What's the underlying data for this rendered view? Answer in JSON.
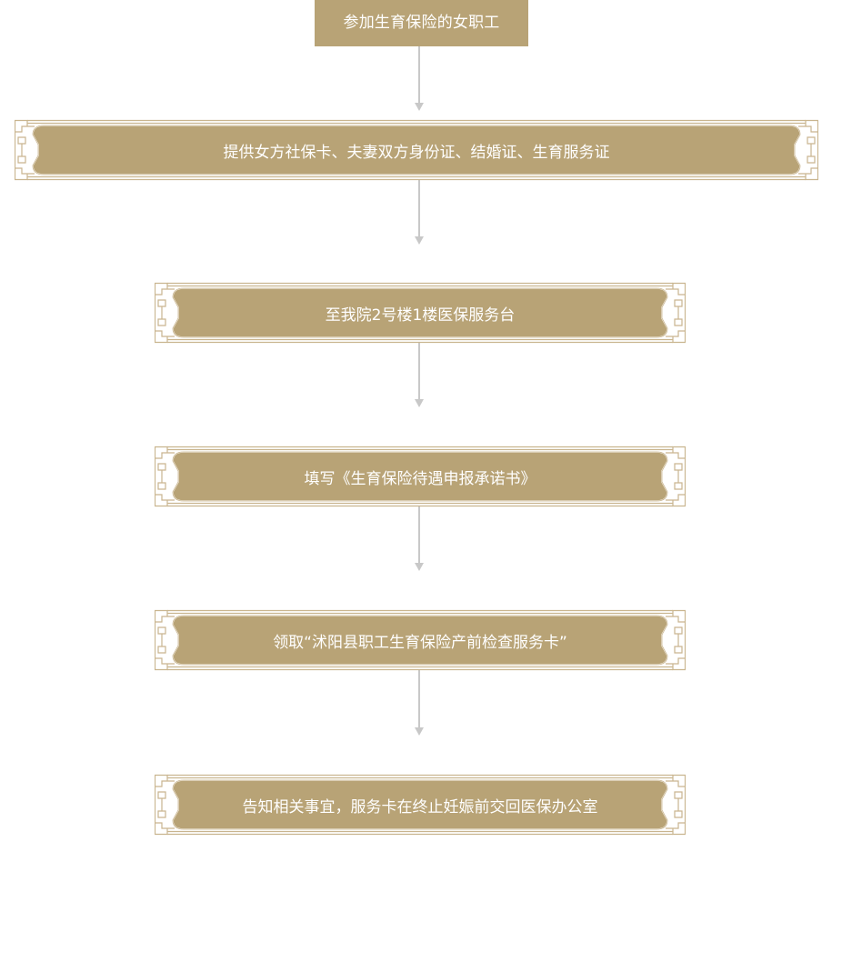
{
  "start": {
    "label": "参加生育保险的女职工"
  },
  "steps": [
    {
      "label": "提供女方社保卡、夫妻双方身份证、结婚证、生育服务证"
    },
    {
      "label": "至我院2号楼1楼医保服务台"
    },
    {
      "label": "填写《生育保险待遇申报承诺书》"
    },
    {
      "label": "领取“沭阳县职工生育保险产前检查服务卡”"
    },
    {
      "label": "告知相关事宜，服务卡在终止妊娠前交回医保办公室"
    }
  ],
  "colors": {
    "box_fill": "#b8a376",
    "frame_line": "#c9b58f",
    "arrow": "#c8c8c8",
    "text": "#ffffff"
  },
  "icons": {
    "arrow": "arrow-down-icon"
  }
}
